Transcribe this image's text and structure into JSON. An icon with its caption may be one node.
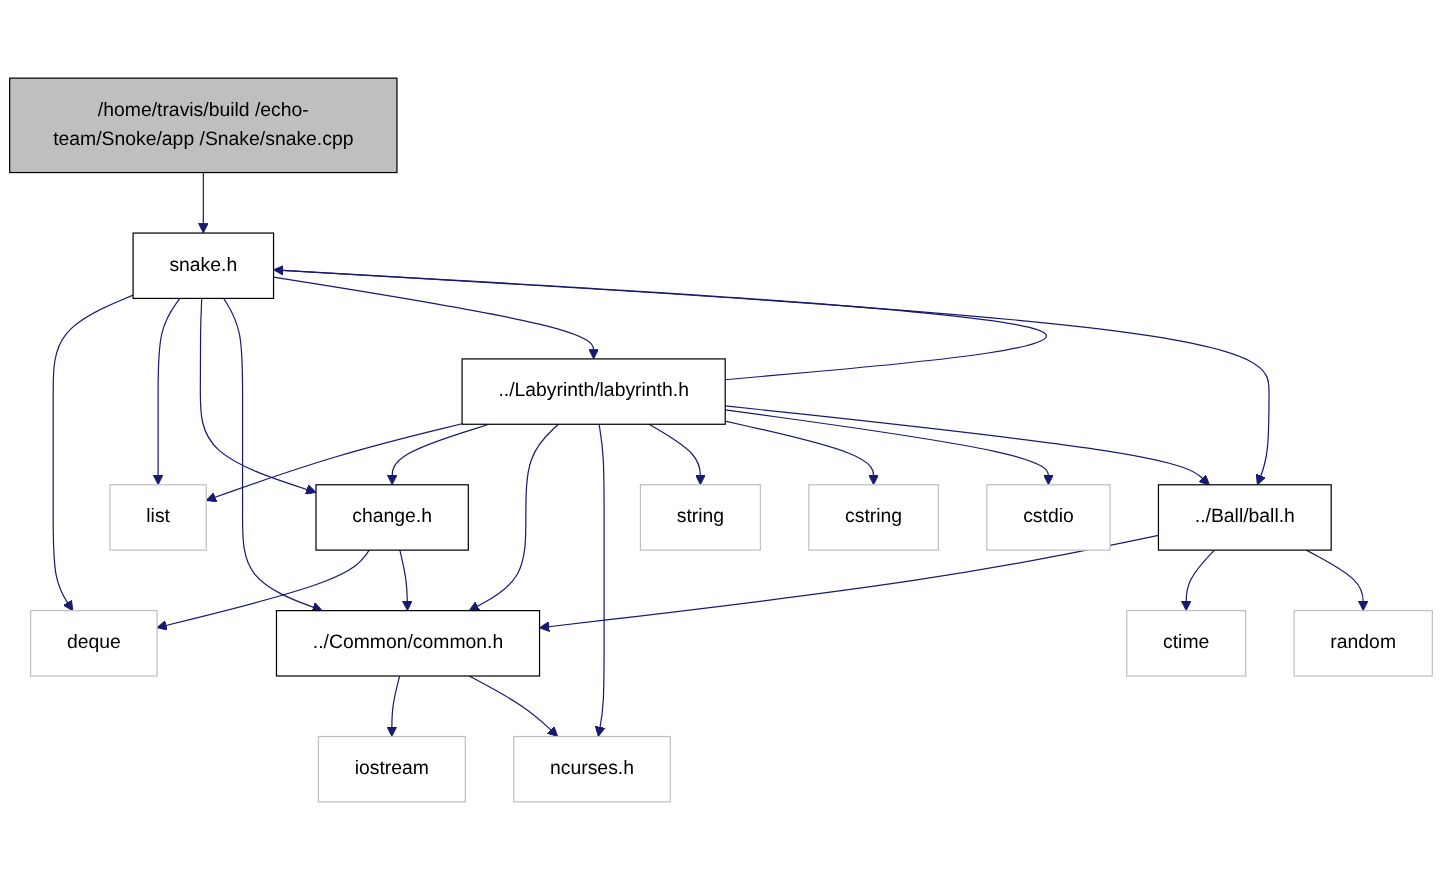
{
  "diagram": {
    "nodes": [
      {
        "text": [
          "/home/travis/build /echo-team/Snoke/app /Snake/snake.cpp"
        ]
      },
      {
        "text": [
          "snake.h"
        ]
      },
      {
        "text": [
          "../Labyrinth/labyrinth.h"
        ]
      },
      {
        "text": [
          "list"
        ]
      },
      {
        "text": [
          "change.h"
        ]
      },
      {
        "text": [
          "string"
        ]
      },
      {
        "text": [
          "cstring"
        ]
      },
      {
        "text": [
          "cstdio"
        ]
      },
      {
        "text": [
          "../Ball/ball.h"
        ]
      },
      {
        "text": [
          "deque"
        ]
      },
      {
        "text": [
          "../Common/common.h"
        ]
      },
      {
        "text": [
          "ctime"
        ]
      },
      {
        "text": [
          "random"
        ]
      },
      {
        "text": [
          "iostream"
        ]
      },
      {
        "text": [
          "ncurses.h"
        ]
      }
    ],
    "edges": [
      {
        "from": 0,
        "to": 1,
        "arrow": "to"
      },
      {
        "from": 1,
        "to": 9,
        "arrow": "to"
      },
      {
        "from": 1,
        "to": 3,
        "arrow": "to"
      },
      {
        "from": 1,
        "to": 4,
        "arrow": "to"
      },
      {
        "from": 1,
        "to": 10,
        "arrow": "to"
      },
      {
        "from": 1,
        "to": 2,
        "arrow": "to"
      },
      {
        "from": 1,
        "to": 8,
        "arrow": "to"
      },
      {
        "from": 2,
        "to": 1,
        "arrow": "to"
      },
      {
        "from": 2,
        "to": 3,
        "arrow": "to"
      },
      {
        "from": 2,
        "to": 4,
        "arrow": "to"
      },
      {
        "from": 2,
        "to": 10,
        "arrow": "to"
      },
      {
        "from": 2,
        "to": 14,
        "arrow": "to"
      },
      {
        "from": 2,
        "to": 5,
        "arrow": "to"
      },
      {
        "from": 2,
        "to": 6,
        "arrow": "to"
      },
      {
        "from": 2,
        "to": 7,
        "arrow": "to"
      },
      {
        "from": 2,
        "to": 8,
        "arrow": "to"
      },
      {
        "from": 4,
        "to": 9,
        "arrow": "to"
      },
      {
        "from": 4,
        "to": 10,
        "arrow": "to"
      },
      {
        "from": 8,
        "to": 10,
        "arrow": "to"
      },
      {
        "from": 8,
        "to": 11,
        "arrow": "to"
      },
      {
        "from": 8,
        "to": 12,
        "arrow": "to"
      },
      {
        "from": 10,
        "to": 13,
        "arrow": "to"
      },
      {
        "from": 10,
        "to": 14,
        "arrow": "to"
      }
    ]
  }
}
